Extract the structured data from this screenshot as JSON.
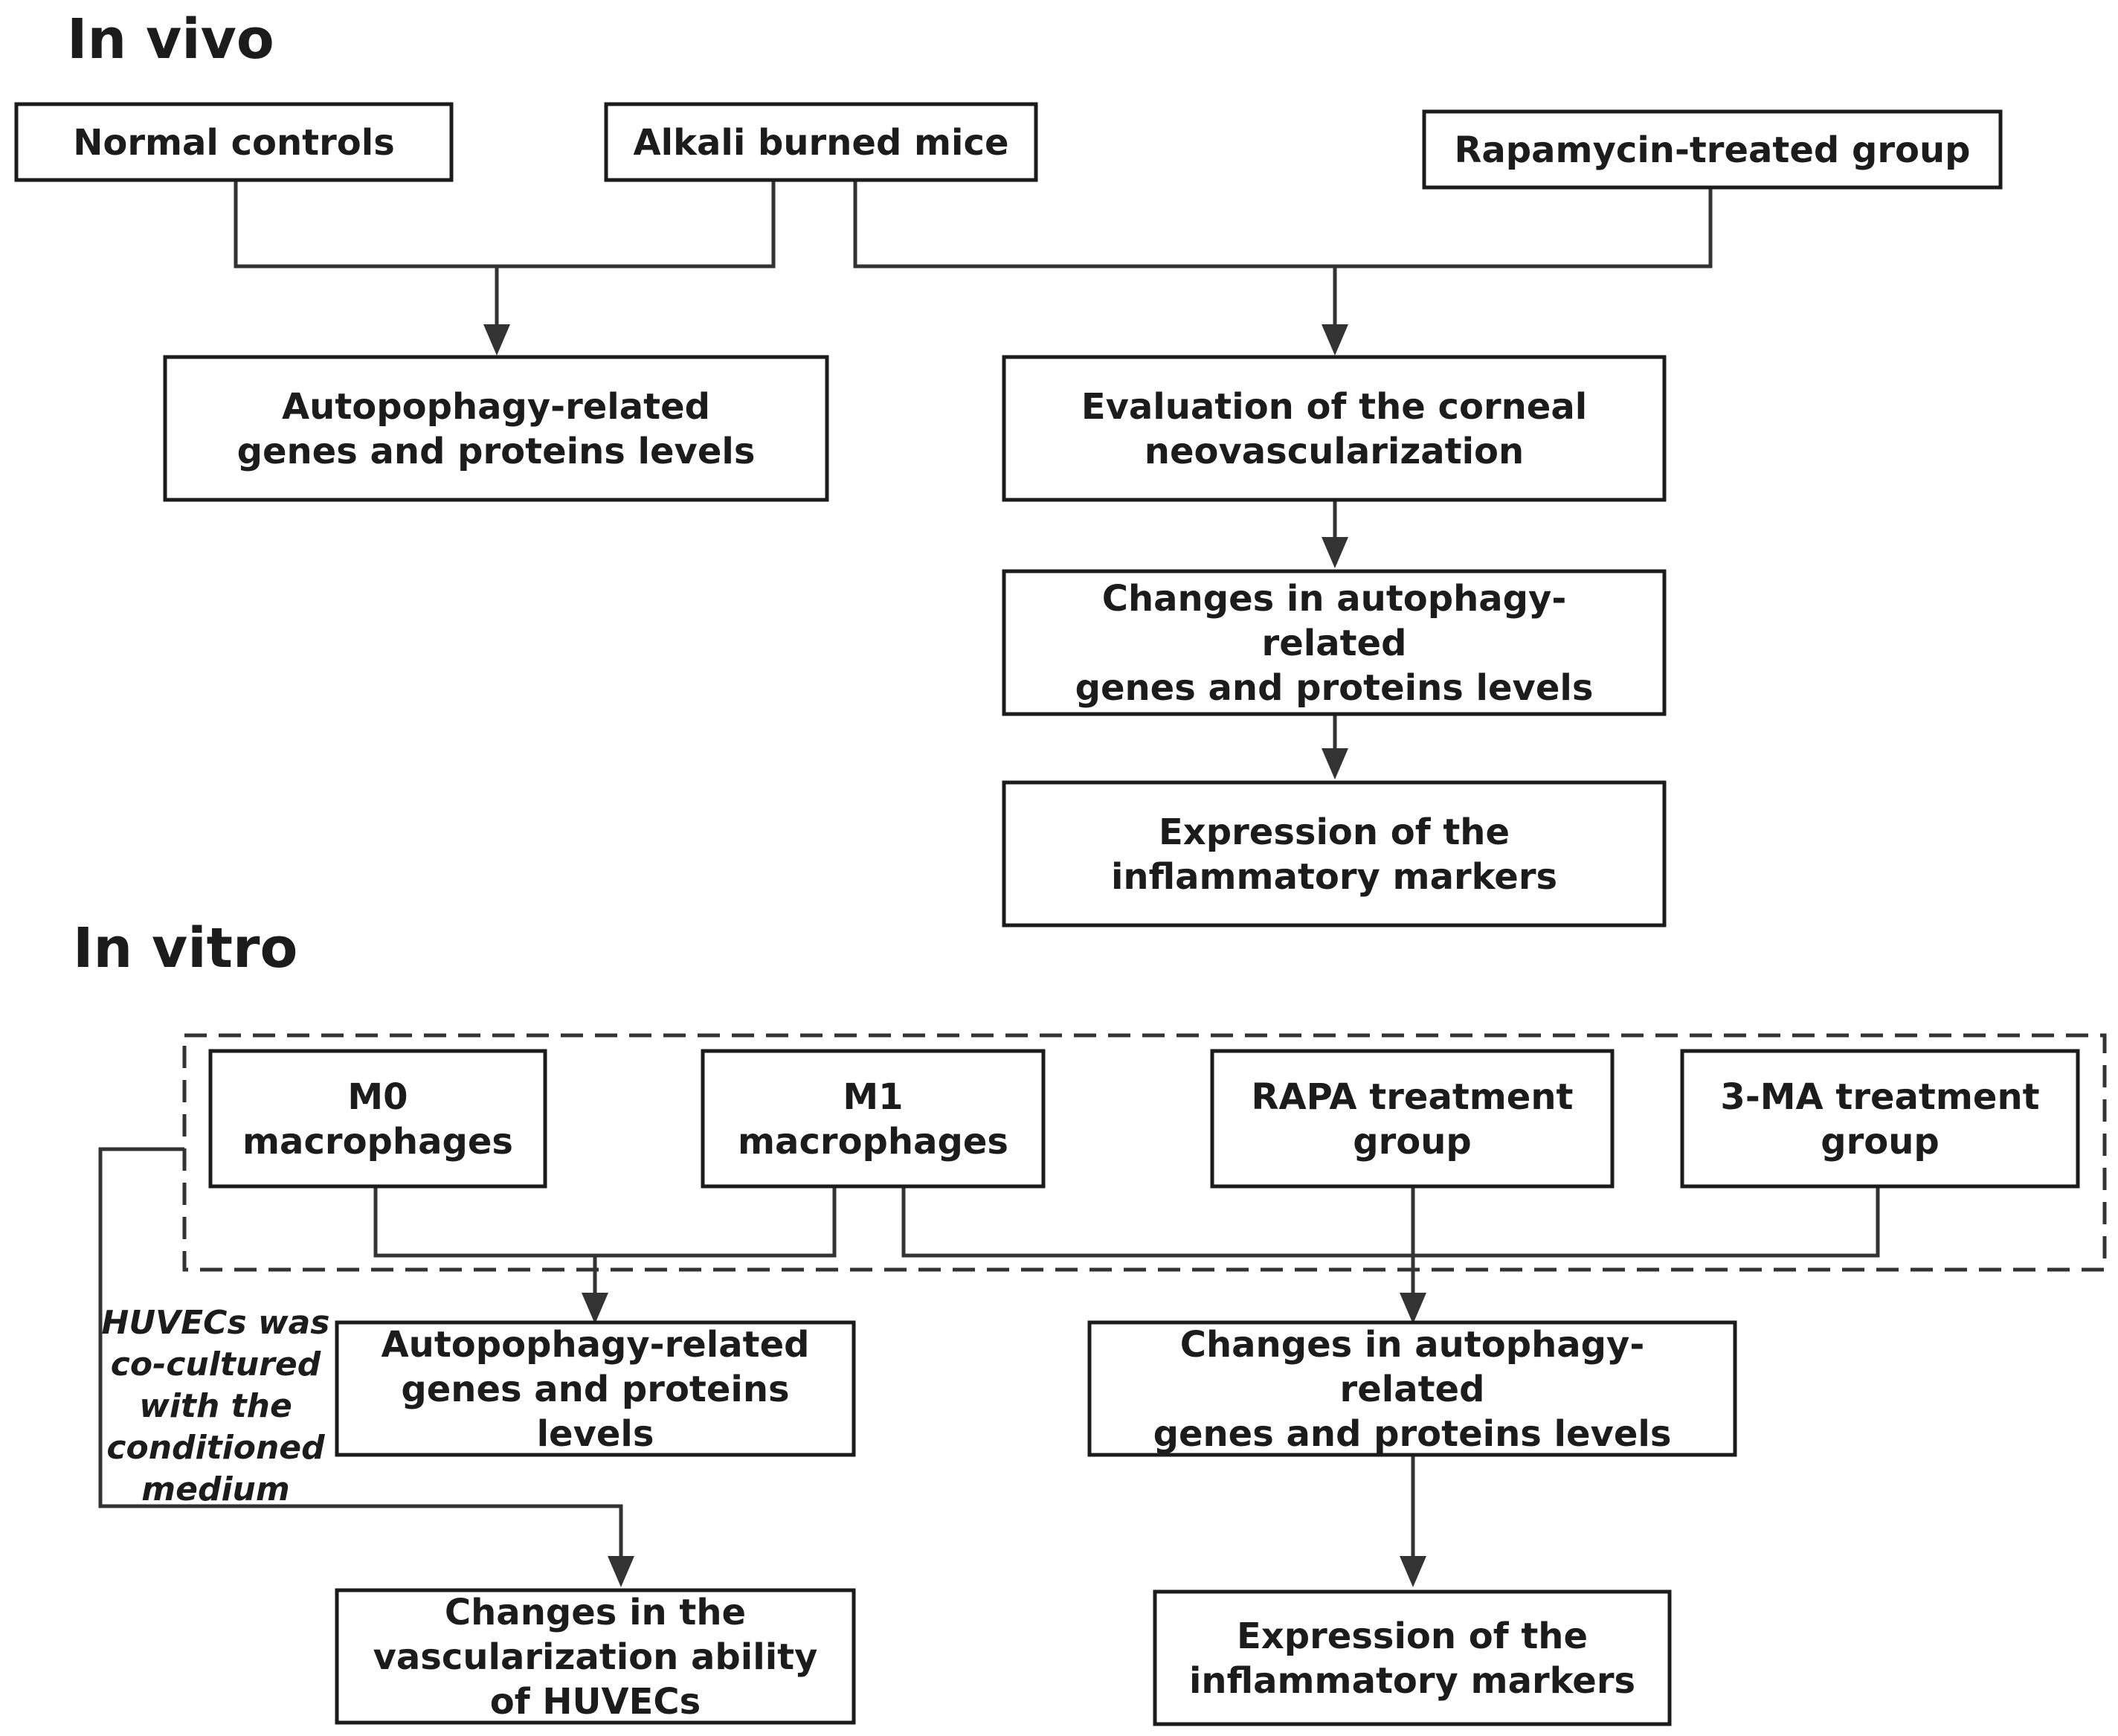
{
  "sections": {
    "in_vivo": "In vivo",
    "in_vitro": "In vitro"
  },
  "in_vivo": {
    "normal_controls": [
      "Normal controls"
    ],
    "alkali_burned_mice": [
      "Alkali burned mice"
    ],
    "rapamycin_group": [
      "Rapamycin-treated group"
    ],
    "autophagy_levels": [
      "Autopophagy-related",
      "genes and proteins levels"
    ],
    "corneal_evaluation": [
      "Evaluation of the corneal",
      "neovascularization"
    ],
    "autophagy_changes": [
      "Changes in autophagy-",
      "related",
      "genes and proteins levels"
    ],
    "inflammatory_expression": [
      "Expression of the",
      "inflammatory markers"
    ]
  },
  "in_vitro": {
    "m0": [
      "M0",
      "macrophages"
    ],
    "m1": [
      "M1",
      "macrophages"
    ],
    "rapa": [
      "RAPA treatment",
      "group"
    ],
    "three_ma": [
      "3-MA treatment",
      "group"
    ],
    "autophagy_levels": [
      "Autopophagy-related",
      "genes and proteins",
      "levels"
    ],
    "autophagy_changes": [
      "Changes in autophagy-",
      "related",
      "genes and proteins levels"
    ],
    "vascularization": [
      "Changes in the",
      "vascularization ability",
      "of HUVECs"
    ],
    "inflammatory_expression": [
      "Expression of the",
      "inflammatory markers"
    ],
    "coculture_note": [
      "HUVECs was",
      "co-cultured",
      "with the",
      "conditioned",
      "medium"
    ]
  },
  "colors": {
    "stroke": "#1c1c1c",
    "connector": "#333333",
    "background": "#ffffff"
  }
}
